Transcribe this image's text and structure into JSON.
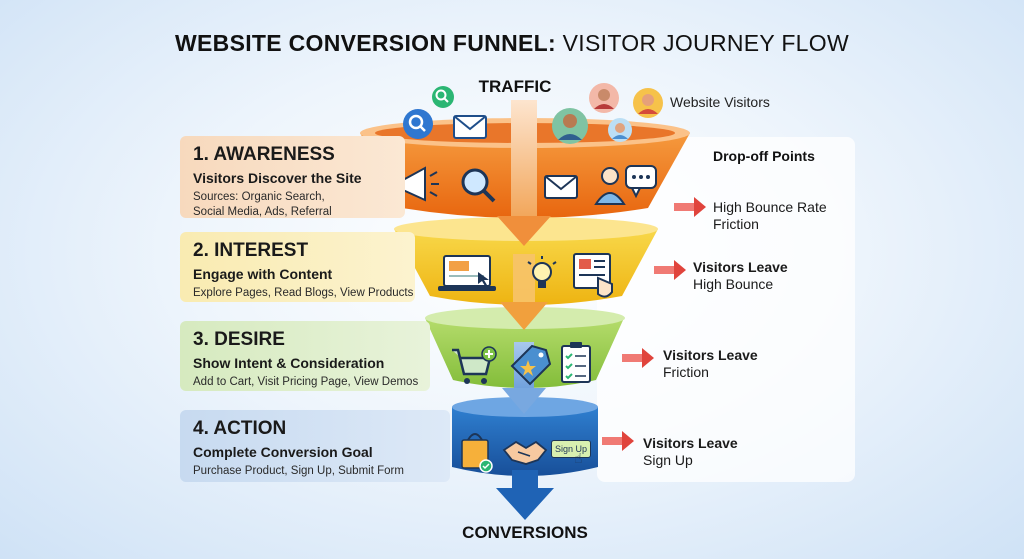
{
  "title": {
    "bold": "WEBSITE CONVERSION FUNNEL:",
    "light": "VISITOR JOURNEY FLOW"
  },
  "traffic_label": "TRAFFIC",
  "conversions_label": "CONVERSIONS",
  "visitors_label": "Website Visitors",
  "drop_off_header": "Drop-off Points",
  "stages": [
    {
      "title": "1. AWARENESS",
      "subtitle": "Visitors Discover the Site",
      "detail_line1": "Sources: Organic Search,",
      "detail_line2": "Social Media, Ads, Referral",
      "color": "#f07a1c"
    },
    {
      "title": "2. INTEREST",
      "subtitle": "Engage with Content",
      "detail_line1": "Explore Pages, Read Blogs, View Products",
      "color": "#f3c21a"
    },
    {
      "title": "3. DESIRE",
      "subtitle": "Show Intent & Consideration",
      "detail_line1": "Add to Cart, Visit Pricing Page, View Demos",
      "color": "#98cd4a"
    },
    {
      "title": "4. ACTION",
      "subtitle": "Complete Conversion Goal",
      "detail_line1": "Purchase Product, Sign Up, Submit Form",
      "color": "#1f63b5"
    }
  ],
  "drop_offs": [
    {
      "line1": "High Bounce Rate",
      "line2": "Friction"
    },
    {
      "line1": "Visitors Leave",
      "line2": "High Bounce"
    },
    {
      "line1": "Visitors Leave",
      "line2": "Friction"
    },
    {
      "line1": "Visitors Leave",
      "line2": "Sign Up"
    }
  ],
  "sign_up_button_label": "Sign Up",
  "colors": {
    "arrow_down": "#f2a65a",
    "drop_arrow": "#e0443c",
    "action_arrow": "#1f63b5"
  },
  "icons": [
    "search-icon",
    "email-icon",
    "avatar-icon",
    "megaphone-icon",
    "magnifier-icon",
    "chat-icon",
    "laptop-icon",
    "lightbulb-icon",
    "newspaper-icon",
    "cart-icon",
    "price-tag-icon",
    "checklist-icon",
    "shopping-bag-icon",
    "handshake-icon"
  ]
}
